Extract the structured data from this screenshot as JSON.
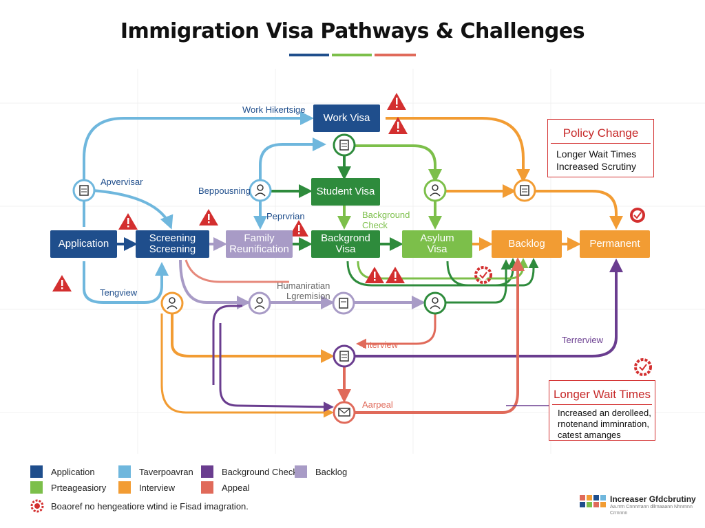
{
  "title": "Immigration Visa Pathways & Challenges",
  "colors": {
    "blue": "#1f4e8c",
    "lightblue": "#6fb7dd",
    "green": "#2e8b3c",
    "lightgreen": "#7cbf4a",
    "orange": "#f29c33",
    "purple": "#6a3d8f",
    "lavender": "#a89bc6",
    "red": "#e06a5a",
    "alert": "#d32f2f"
  },
  "nodes": {
    "application": "Application",
    "screening_1": "Screening",
    "screening_2": "Screening",
    "family_1": "Family",
    "family_2": "Reunification",
    "work_visa": "Work Visa",
    "student_visa": "Student Visa",
    "background_visa": "Backgrond Visa",
    "asylum_1": "Asylum",
    "asylum_2": "Visa",
    "backlog": "Backlog",
    "permanent": "Permanent"
  },
  "flow_labels": {
    "work_heritage": "Work Hikertsige",
    "apvervisar": "Apvervisar",
    "beppousning": "Beppousning",
    "peprvrian": "Peprvrian",
    "background_check_1": "Background",
    "background_check_2": "Check",
    "tengview": "Tengview",
    "humanitarian_1": "Humaniratian",
    "humanitarian_2": "Lgremision",
    "interview": "Interview",
    "terrerview": "Terrerview",
    "aarpeal": "Aarpeal"
  },
  "notes": {
    "policy": {
      "heading": "Policy Change",
      "lines": [
        "Longer Wait Times",
        "Increased Scrutiny"
      ]
    },
    "wait": {
      "heading": "Longer Wait Times",
      "lines": [
        "Increased an derolleed,",
        "rnotenand imminration,",
        "catest amanges"
      ]
    }
  },
  "legend": [
    {
      "label": "Application",
      "color": "#1f4e8c"
    },
    {
      "label": "Taverpoavran",
      "color": "#6fb7dd"
    },
    {
      "label": "Background Check",
      "color": "#6a3d8f"
    },
    {
      "label": "Backlog",
      "color": "#a89bc6"
    },
    {
      "label": "Prteageasiory",
      "color": "#7cbf4a"
    },
    {
      "label": "Interview",
      "color": "#f29c33"
    },
    {
      "label": "Appeal",
      "color": "#e06a5a"
    }
  ],
  "footer_note": "Boaoref no hengeatiore wtind ie Fisad imagration.",
  "brand": {
    "name": "Increaser Gfdcbrutiny",
    "tagline": "Aa.rrrn Cnnnrrann dllrnaaann Nhnrnnn Crrnnnn"
  }
}
